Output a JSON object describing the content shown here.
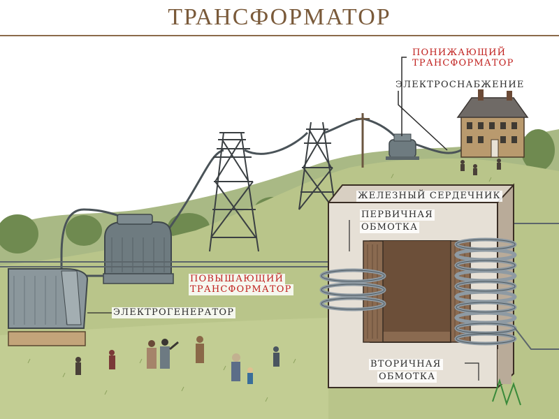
{
  "title": "ТРАНСФОРМАТОР",
  "labels": {
    "step_down_line1": "ПОНИЖАЮЩИЙ",
    "step_down_line2": "ТРАНСФОРМАТОР",
    "power_supply": "ЭЛЕКТРОСНАБЖЕНИЕ",
    "iron_core": "ЖЕЛЕЗНЫЙ СЕРДЕЧНИК",
    "primary_line1": "ПЕРВИЧНАЯ",
    "primary_line2": "ОБМОТКА",
    "step_up_line1": "ПОВЫШАЮЩИЙ",
    "step_up_line2": "ТРАНСФОРМАТОР",
    "generator": "ЭЛЕКТРОГЕНЕРАТОР",
    "secondary_line1": "ВТОРИЧНАЯ",
    "secondary_line2": "ОБМОТКА"
  },
  "colors": {
    "sky": "#ffffff",
    "grass": "#b9c58a",
    "grass_dark": "#8ea35f",
    "core": "#8a6a50",
    "core_light": "#d8cfc2",
    "coil": "#8e9aa3",
    "transformer": "#6e7b80",
    "title": "#7a5a3a",
    "accent_red": "#c0201e"
  }
}
